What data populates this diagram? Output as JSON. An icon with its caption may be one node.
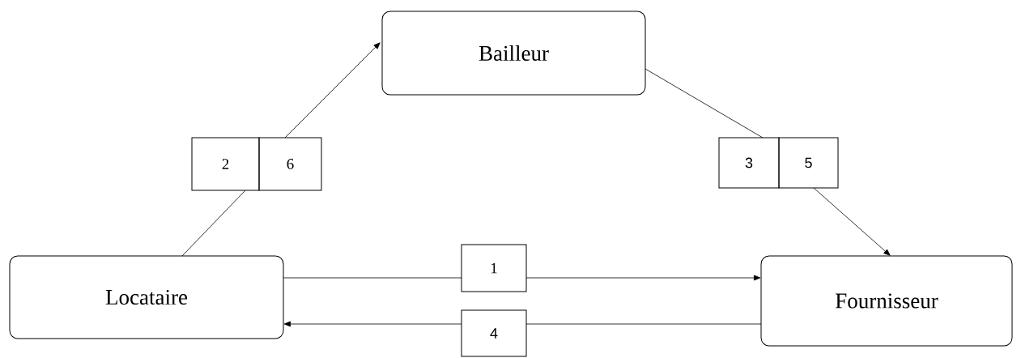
{
  "diagram": {
    "nodes": [
      {
        "text": [
          "Bailleur"
        ]
      },
      {
        "text": [
          "Locataire"
        ]
      },
      {
        "text": [
          "Fournisseur"
        ]
      },
      {
        "text": [
          "2"
        ]
      },
      {
        "text": [
          "6"
        ]
      },
      {
        "text": [
          "3"
        ]
      },
      {
        "text": [
          "5"
        ]
      },
      {
        "text": [
          "1"
        ]
      },
      {
        "text": [
          "4"
        ]
      }
    ],
    "edges": [
      {
        "from": 1,
        "to": 3,
        "arrow": "none"
      },
      {
        "from": 4,
        "to": 0,
        "arrow": "to"
      },
      {
        "from": 0,
        "to": 5,
        "arrow": "none"
      },
      {
        "from": 6,
        "to": 2,
        "arrow": "to"
      },
      {
        "from": 1,
        "to": 7,
        "arrow": "none"
      },
      {
        "from": 7,
        "to": 2,
        "arrow": "to"
      },
      {
        "from": 2,
        "to": 8,
        "arrow": "none"
      },
      {
        "from": 8,
        "to": 1,
        "arrow": "to"
      }
    ]
  }
}
